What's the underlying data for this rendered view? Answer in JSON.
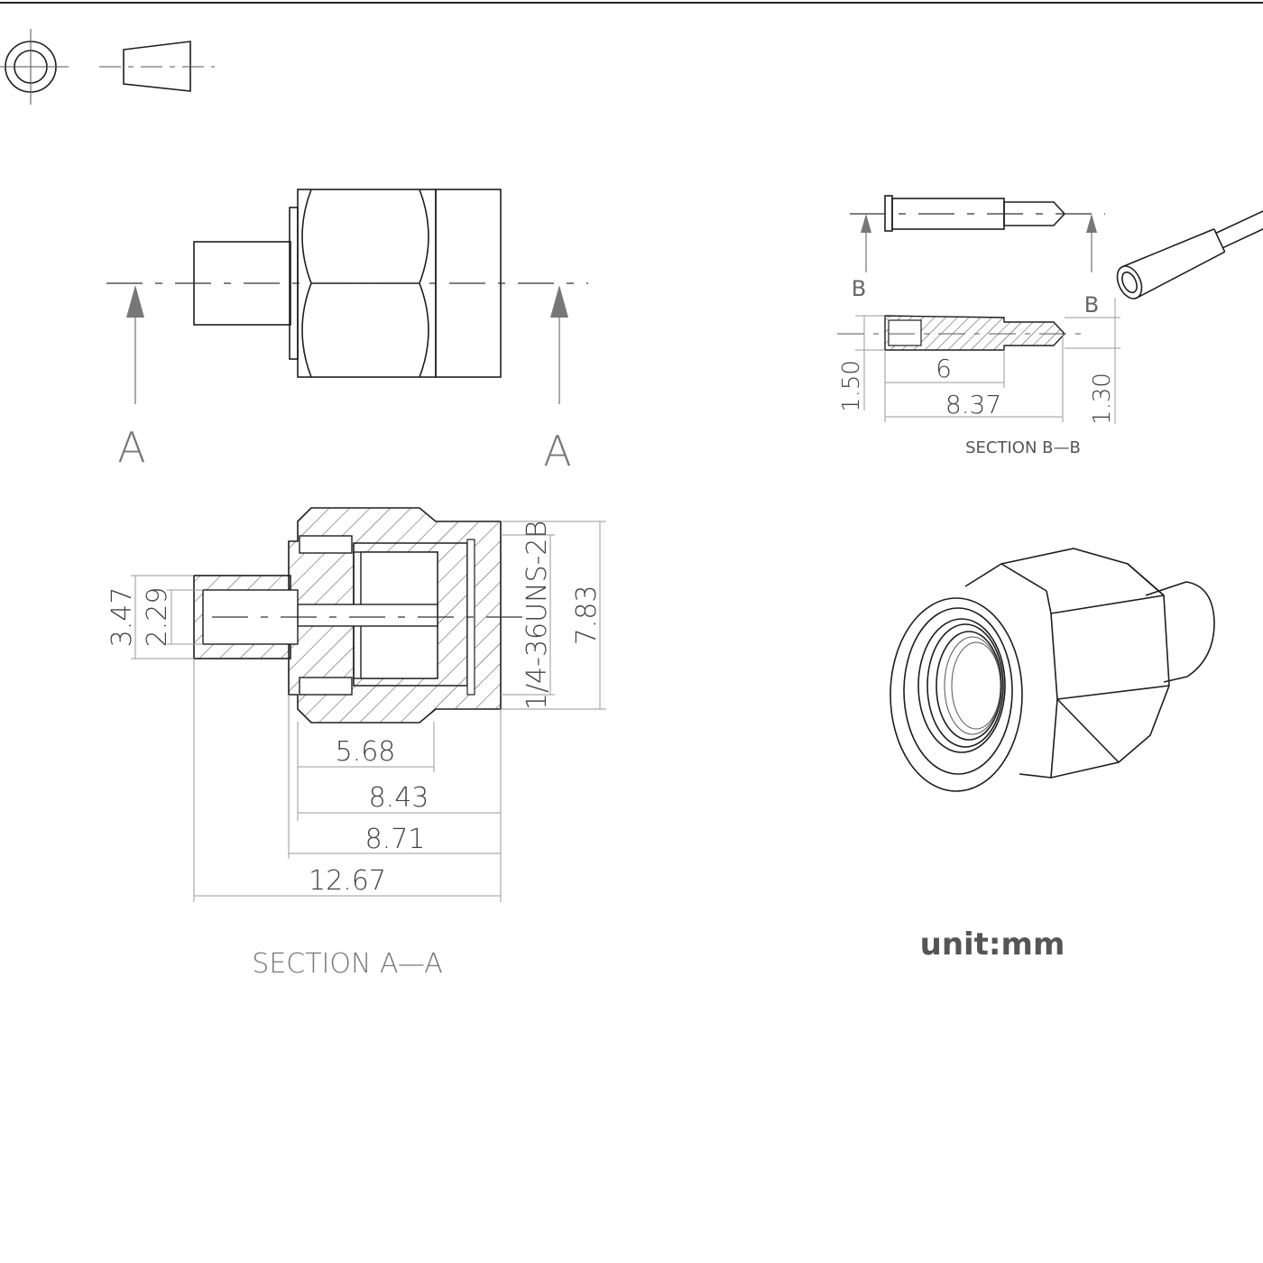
{
  "projection_symbol": {
    "icon": "first-angle-projection-icon"
  },
  "side_view": {
    "section_marks": [
      "A",
      "A"
    ]
  },
  "section_aa": {
    "title": "SECTION A—A",
    "thread_label": "1/4-36UNS-2B",
    "dims_vertical": [
      "3.47",
      "2.29",
      "7.83"
    ],
    "dims_horizontal": [
      "5.68",
      "8.43",
      "8.71",
      "12.67"
    ]
  },
  "section_bb": {
    "title": "SECTION B—B",
    "marks": [
      "B",
      "B"
    ],
    "dims_horizontal": [
      "6",
      "8.37"
    ],
    "dims_vertical": [
      "1.50",
      "1.30"
    ]
  },
  "iso_view": {
    "unit_label": "unit:mm"
  },
  "colors": {
    "line": "#1e1e1e",
    "dimension": "#9a9a9a",
    "text": "#444444"
  }
}
